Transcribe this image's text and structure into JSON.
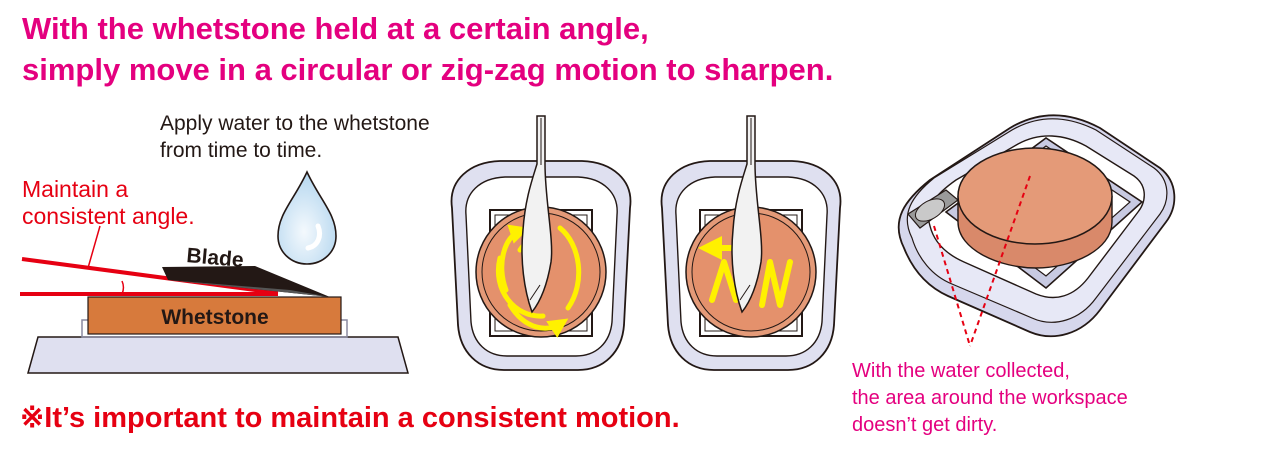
{
  "headline": {
    "line1": "With the whetstone held at a certain angle,",
    "line2": "simply move in a circular or zig-zag motion to sharpen."
  },
  "water_note": {
    "line1": "Apply water to the whetstone",
    "line2": "from time to time."
  },
  "angle_note": {
    "line1": "Maintain a",
    "line2": "consistent angle."
  },
  "labels": {
    "blade": "Blade",
    "whetstone": "Whetstone"
  },
  "important_note": "※It’s important to maintain a consistent motion.",
  "collect_note": {
    "line1": "With the water collected,",
    "line2": "the area around the workspace",
    "line3": "doesn’t get dirty."
  },
  "colors": {
    "headline_magenta": "#e4007f",
    "warning_red": "#e60012",
    "stone_brown": "#d77a3c",
    "stone_pink": "#e49a78",
    "holder_lavender": "#dfe0f0",
    "motion_yellow": "#fff100",
    "water_blue": "#cfe6f7"
  },
  "icons": {
    "water_drop": "water-drop-icon",
    "circular_motion": "circular-motion-arrows-icon",
    "zigzag_motion": "zigzag-motion-arrows-icon"
  }
}
